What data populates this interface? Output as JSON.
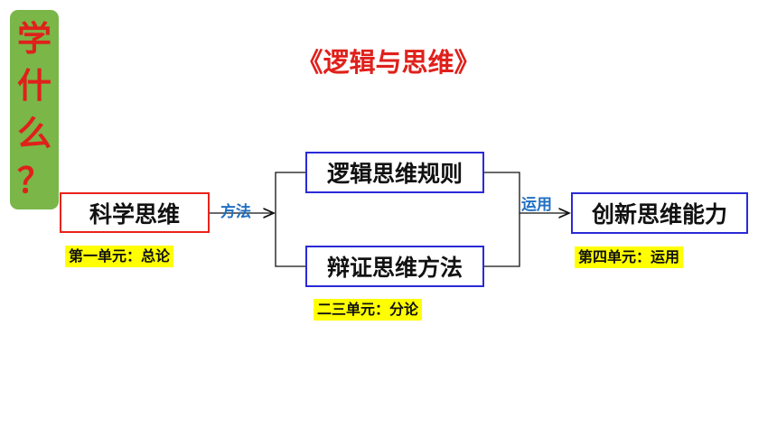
{
  "side_label": [
    "学",
    "什",
    "么",
    "？"
  ],
  "title": "《逻辑与思维》",
  "nodes": {
    "science": "科学思维",
    "rules": "逻辑思维规则",
    "dialectic": "辩证思维方法",
    "creativity": "创新思维能力"
  },
  "edge_labels": {
    "method": "方法",
    "apply": "运用"
  },
  "unit_tags": {
    "unit1": "第一单元：总论",
    "unit23": "二三单元：分论",
    "unit4": "第四单元：运用"
  },
  "colors": {
    "side_bg": "#7ab648",
    "accent_red": "#e0201b",
    "box_blue": "#2a2ad8",
    "label_blue": "#1f6fc2",
    "tag_yellow": "#ffff00"
  }
}
